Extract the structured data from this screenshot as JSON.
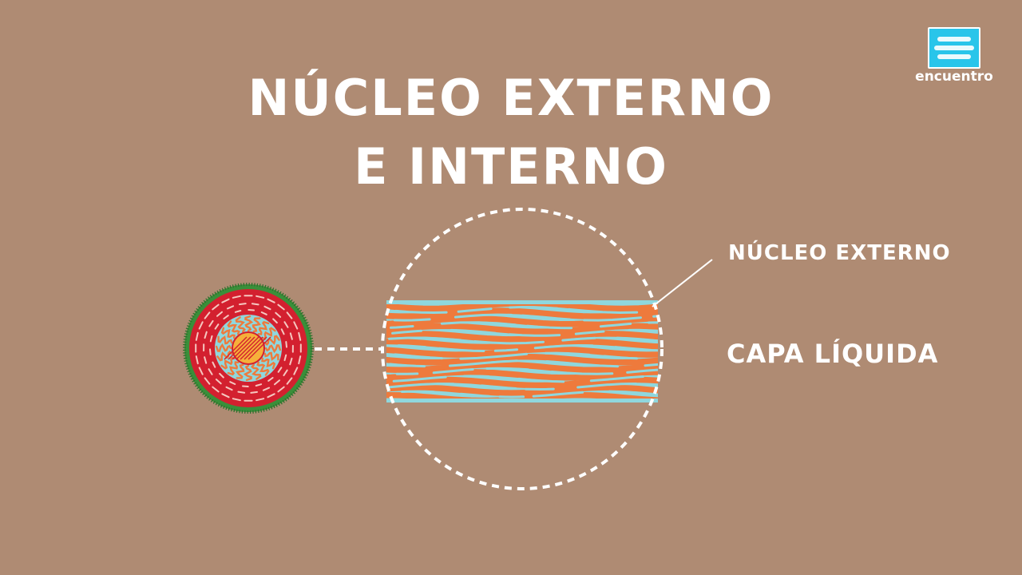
{
  "title": {
    "line1": "NÚCLEO EXTERNO",
    "line2": "E INTERNO"
  },
  "labels": {
    "outer_core": "NÚCLEO EXTERNO",
    "liquid_layer": "CAPA LÍQUIDA"
  },
  "logo": {
    "text": "encuentro",
    "icon": "encuentro-logo-icon"
  },
  "colors": {
    "background": "#AF8B73",
    "text": "#FFFFFF",
    "liquid_orange": "#EE7A3C",
    "liquid_cyan": "#8FD7DD",
    "mantle_red": "#D3202F",
    "crust_green": "#3A8F3A",
    "logo_blue": "#29C5EA"
  }
}
